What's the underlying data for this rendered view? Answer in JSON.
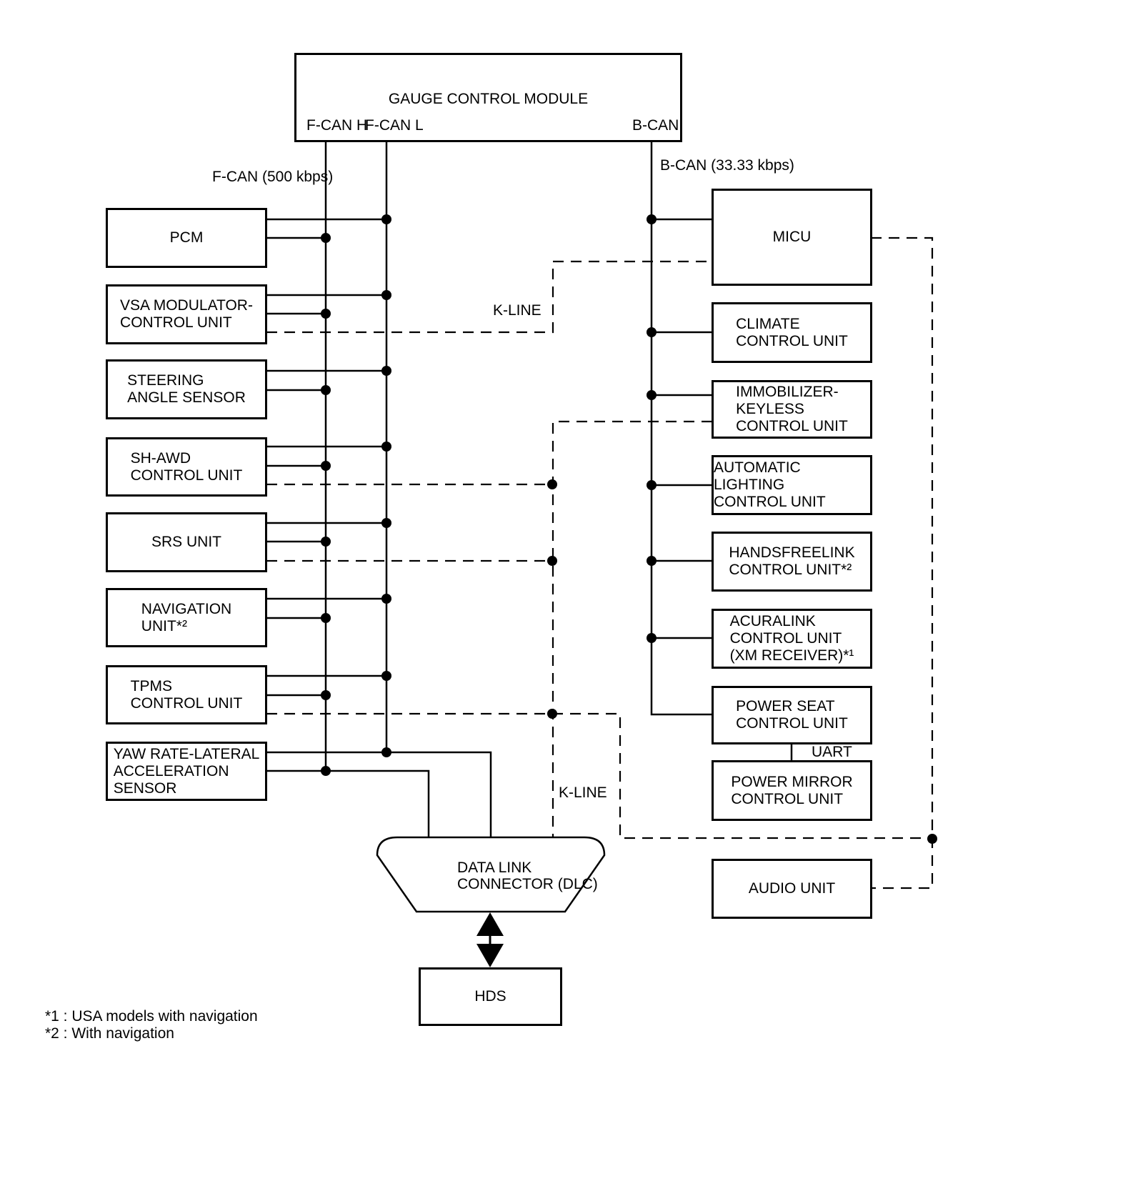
{
  "nodes": {
    "gauge": {
      "label": "GAUGE CONTROL MODULE",
      "port_fcan_h": "F-CAN H",
      "port_fcan_l": "F-CAN L",
      "port_bcan": "B-CAN"
    },
    "pcm": {
      "label": "PCM"
    },
    "vsa": {
      "label": [
        "VSA MODULATOR-",
        "CONTROL UNIT"
      ]
    },
    "steering": {
      "label": [
        "STEERING",
        "ANGLE SENSOR"
      ]
    },
    "shawd": {
      "label": [
        "SH-AWD",
        "CONTROL UNIT"
      ]
    },
    "srs": {
      "label": "SRS UNIT"
    },
    "navigation": {
      "label": [
        "NAVIGATION",
        "UNIT*²"
      ]
    },
    "tpms": {
      "label": [
        "TPMS",
        "CONTROL UNIT"
      ]
    },
    "yaw": {
      "label": [
        "YAW RATE-LATERAL",
        "ACCELERATION",
        "SENSOR"
      ]
    },
    "micu": {
      "label": "MICU"
    },
    "climate": {
      "label": [
        "CLIMATE",
        "CONTROL UNIT"
      ]
    },
    "immobilizer": {
      "label": [
        "IMMOBILIZER-",
        "KEYLESS",
        "CONTROL UNIT"
      ]
    },
    "auto_lighting": {
      "label": [
        "AUTOMATIC LIGHTING",
        "CONTROL UNIT"
      ]
    },
    "handsfreelink": {
      "label": [
        "HANDSFREELINK",
        "CONTROL UNIT*²"
      ]
    },
    "acuralink": {
      "label": [
        "ACURALINK",
        "CONTROL UNIT",
        "(XM RECEIVER)*¹"
      ]
    },
    "power_seat": {
      "label": [
        "POWER SEAT",
        "CONTROL UNIT"
      ]
    },
    "power_mirror": {
      "label": [
        "POWER MIRROR",
        "CONTROL UNIT"
      ]
    },
    "audio": {
      "label": "AUDIO UNIT"
    },
    "dlc": {
      "label": [
        "DATA LINK",
        "CONNECTOR (DLC)"
      ]
    },
    "hds": {
      "label": "HDS"
    }
  },
  "labels": {
    "fcan_bus": "F-CAN (500 kbps)",
    "bcan_bus": "B-CAN (33.33 kbps)",
    "kline_upper": "K-LINE",
    "kline_lower": "K-LINE",
    "uart": "UART"
  },
  "footnotes": [
    "*1 : USA models with navigation",
    "*2 : With navigation"
  ],
  "colors": {
    "line": "#000000",
    "background": "#ffffff",
    "text": "#000000"
  }
}
